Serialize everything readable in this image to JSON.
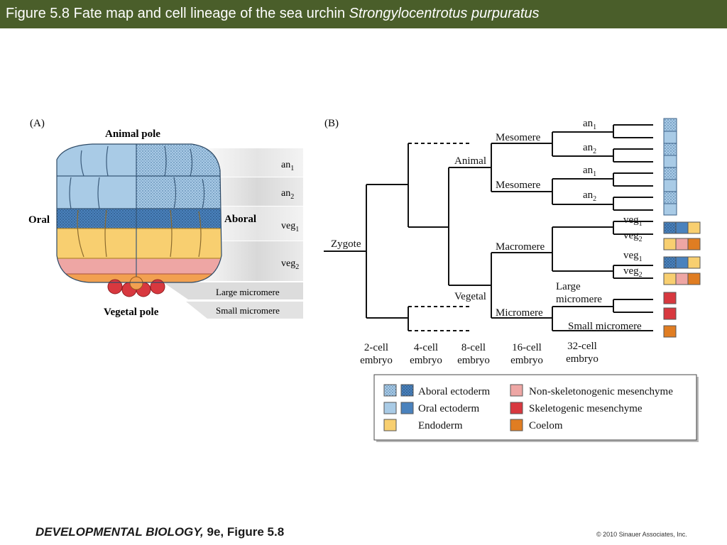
{
  "header": {
    "title_prefix": "Figure 5.8  Fate map and cell lineage of the sea urchin ",
    "title_species": "Strongylocentrotus purpuratus"
  },
  "panelA": {
    "label": "(A)",
    "animal_pole": "Animal pole",
    "vegetal_pole": "Vegetal pole",
    "oral": "Oral",
    "aboral": "Aboral",
    "tiers": [
      {
        "base": "an",
        "sub": "1"
      },
      {
        "base": "an",
        "sub": "2"
      },
      {
        "base": "veg",
        "sub": "1"
      },
      {
        "base": "veg",
        "sub": "2"
      }
    ],
    "large_micromere": "Large micromere",
    "small_micromere": "Small micromere"
  },
  "panelB": {
    "label": "(B)",
    "zygote": "Zygote",
    "animal": "Animal",
    "vegetal": "Vegetal",
    "mesomere_1": "Mesomere",
    "mesomere_2": "Mesomere",
    "macromere": "Macromere",
    "micromere": "Micromere",
    "an1_a": {
      "base": "an",
      "sub": "1"
    },
    "an2_a": {
      "base": "an",
      "sub": "2"
    },
    "an1_b": {
      "base": "an",
      "sub": "1"
    },
    "an2_b": {
      "base": "an",
      "sub": "2"
    },
    "veg1_a": {
      "base": "veg",
      "sub": "1"
    },
    "veg2_a": {
      "base": "veg",
      "sub": "2"
    },
    "veg1_b": {
      "base": "veg",
      "sub": "1"
    },
    "veg2_b": {
      "base": "veg",
      "sub": "2"
    },
    "large_micromere_l1": "Large",
    "large_micromere_l2": "micromere",
    "small_micromere": "Small micromere",
    "stages": [
      {
        "l1": "2-cell",
        "l2": "embryo"
      },
      {
        "l1": "4-cell",
        "l2": "embryo"
      },
      {
        "l1": "8-cell",
        "l2": "embryo"
      },
      {
        "l1": "16-cell",
        "l2": "embryo"
      },
      {
        "l1": "32-cell",
        "l2": "embryo"
      }
    ]
  },
  "legend": {
    "aboral_ectoderm": "Aboral ectoderm",
    "oral_ectoderm": "Oral ectoderm",
    "endoderm": "Endoderm",
    "non_skeletogenic": "Non-skeletonogenic mesenchyme",
    "skeletogenic": "Skeletogenic mesenchyme",
    "coelom": "Coelom"
  },
  "colors": {
    "header_bg": "#4a5e2a",
    "light_blue": "#a9cbe6",
    "dark_blue": "#4a82bd",
    "endoderm_yellow": "#f8cf70",
    "pink": "#eea6a4",
    "red": "#d8383f",
    "orange": "#e07d22"
  },
  "footer": {
    "book_title": "DEVELOPMENTAL BIOLOGY,",
    "edition": " 9e, Figure 5.8",
    "copyright": "© 2010 Sinauer Associates, Inc."
  }
}
